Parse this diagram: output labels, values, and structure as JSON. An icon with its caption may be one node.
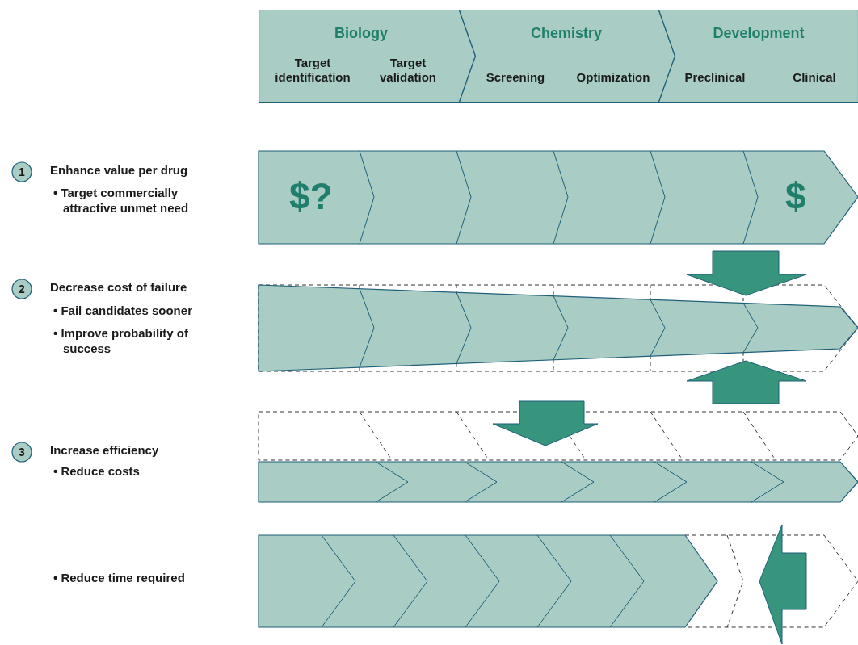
{
  "diagram": {
    "nodes": [
      {
        "text": [
          "Biology",
          "Target identification",
          "Target validation"
        ]
      },
      {
        "text": [
          "Chemistry",
          "Screening",
          "Optimization"
        ]
      },
      {
        "text": [
          "Development",
          "Preclinical",
          "Clinical"
        ]
      },
      {
        "text": [
          "1"
        ],
        "beside": [
          "Enhance value per drug"
        ]
      },
      {
        "text": [
          "2"
        ],
        "beside": [
          "Decrease cost of failure"
        ]
      },
      {
        "text": [
          "3"
        ],
        "beside": [
          "Increase efficiency"
        ]
      }
    ],
    "edges": [],
    "labels": [
      "• Target commercially attractive unmet need",
      "$?",
      "$",
      "• Fail candidates sooner",
      "• Improve probability of success",
      "• Reduce costs",
      "• Reduce time required"
    ]
  }
}
